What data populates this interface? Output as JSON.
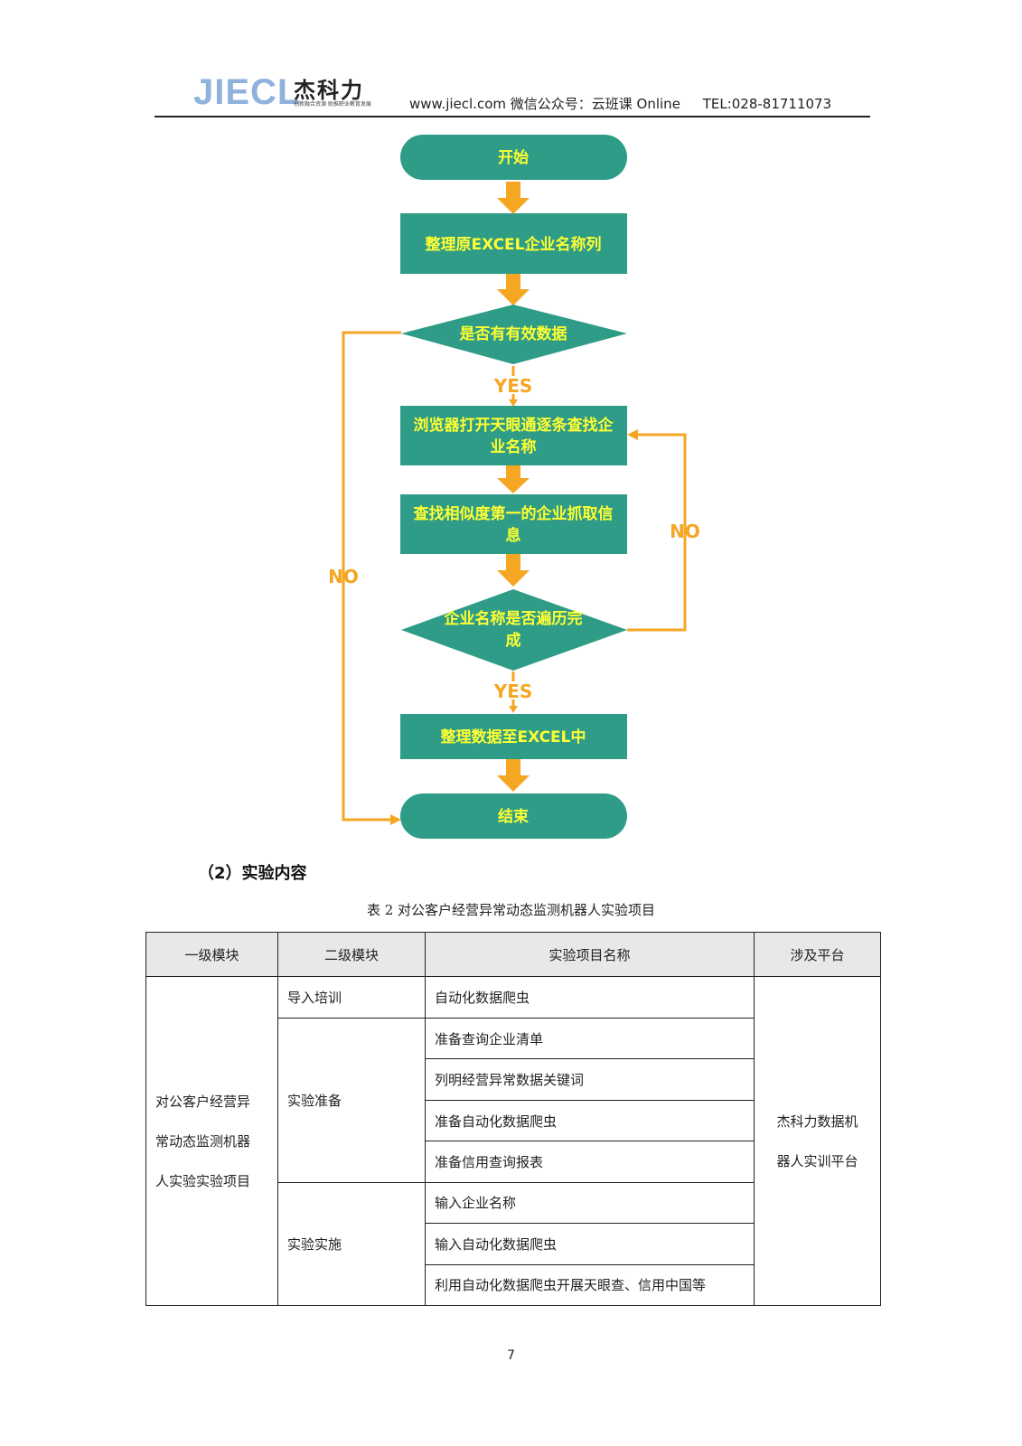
{
  "header": {
    "logo_en": "JIECL",
    "logo_cn": "杰科力",
    "logo_tagline": "创新融合资源 助推职业教育发展",
    "website": "www.jiecl.com",
    "wechat": "微信公众号：云班课 Online",
    "tel": "TEL:028-81711073"
  },
  "flowchart": {
    "colors": {
      "node": "#2e9c86",
      "arrow": "#f5a623",
      "text": "#ffff33"
    },
    "start": "开始",
    "step1": "整理原EXCEL企业名称列",
    "decision1": "是否有有效数据",
    "step2_line1": "浏览器打开天眼通逐条查找企",
    "step2_line2": "业名称",
    "step3_line1": "查找相似度第一的企业抓取信",
    "step3_line2": "息",
    "decision2_line1": "企业名称是否遍历完",
    "decision2_line2": "成",
    "step4": "整理数据至EXCEL中",
    "end": "结束",
    "yes1": "YES",
    "yes2": "YES",
    "no_left": "NO",
    "no_right": "NO"
  },
  "section_title": "（2）实验内容",
  "table_caption": "表 2 对公客户经营异常动态监测机器人实验项目",
  "table": {
    "headers": [
      "一级模块",
      "二级模块",
      "实验项目名称",
      "涉及平台"
    ],
    "module1_line1": "对公客户经营异",
    "module1_line2": "常动态监测机器",
    "module1_line3": "人实验实验项目",
    "sub_intro": "导入培训",
    "sub_prep": "实验准备",
    "sub_impl": "实验实施",
    "items": [
      "自动化数据爬虫",
      "准备查询企业清单",
      "列明经营异常数据关键词",
      "准备自动化数据爬虫",
      "准备信用查询报表",
      "输入企业名称",
      "输入自动化数据爬虫",
      "利用自动化数据爬虫开展天眼查、信用中国等"
    ],
    "platform_line1": "杰科力数据机",
    "platform_line2": "器人实训平台"
  },
  "page_number": "7"
}
